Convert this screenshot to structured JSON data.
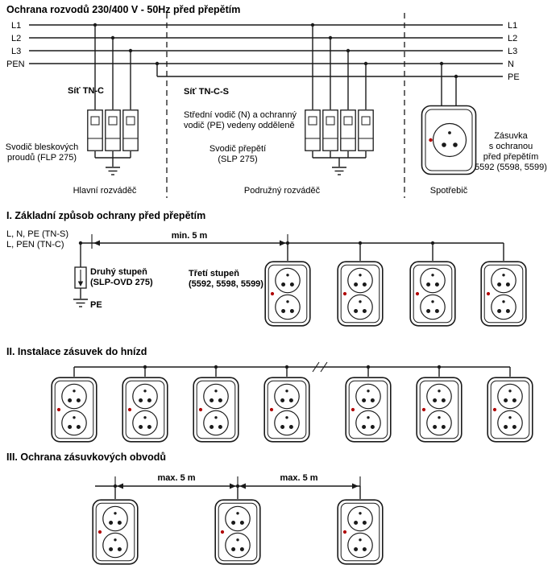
{
  "title": "Ochrana rozvodů 230/400 V - 50Hz před přepětím",
  "top": {
    "left_labels": [
      "L1",
      "L2",
      "L3",
      "PEN"
    ],
    "right_labels": [
      "L1",
      "L2",
      "L3",
      "N",
      "PE"
    ],
    "net_tnc": "Síť TN-C",
    "net_tncs": "Síť TN-C-S",
    "note_line1": "Střední vodič (N) a ochranný",
    "note_line2": "vodič (PE) vedeny odděleně",
    "arrester1_line1": "Svodič bleskových",
    "arrester1_line2": "proudů (FLP 275)",
    "arrester2_line1": "Svodič přepětí",
    "arrester2_line2": "(SLP 275)",
    "panel_main": "Hlavní rozváděč",
    "panel_sub": "Podružný rozváděč",
    "consumer": "Spotřebič",
    "socket_line1": "Zásuvka",
    "socket_line2": "s ochranou",
    "socket_line3": "před přepětím",
    "socket_line4": "5592 (5598, 5599)"
  },
  "section1": {
    "heading": "I. Základní způsob ochrany před přepětím",
    "feed_line1": "L, N, PE (TN-S)",
    "feed_line2": "L, PEN (TN-C)",
    "dim": "min. 5 m",
    "stage2_line1": "Druhý stupeň",
    "stage2_line2": "(SLP-OVD 275)",
    "pe": "PE",
    "stage3_line1": "Třetí stupeň",
    "stage3_line2": "(5592, 5598, 5599)"
  },
  "section2": {
    "heading": "II. Instalace zásuvek do hnízd"
  },
  "section3": {
    "heading": "III. Ochrana zásuvkových obvodů",
    "dim1": "max. 5 m",
    "dim2": "max. 5 m"
  },
  "colors": {
    "line": "#1a1a1a",
    "indicator": "#b00000"
  }
}
